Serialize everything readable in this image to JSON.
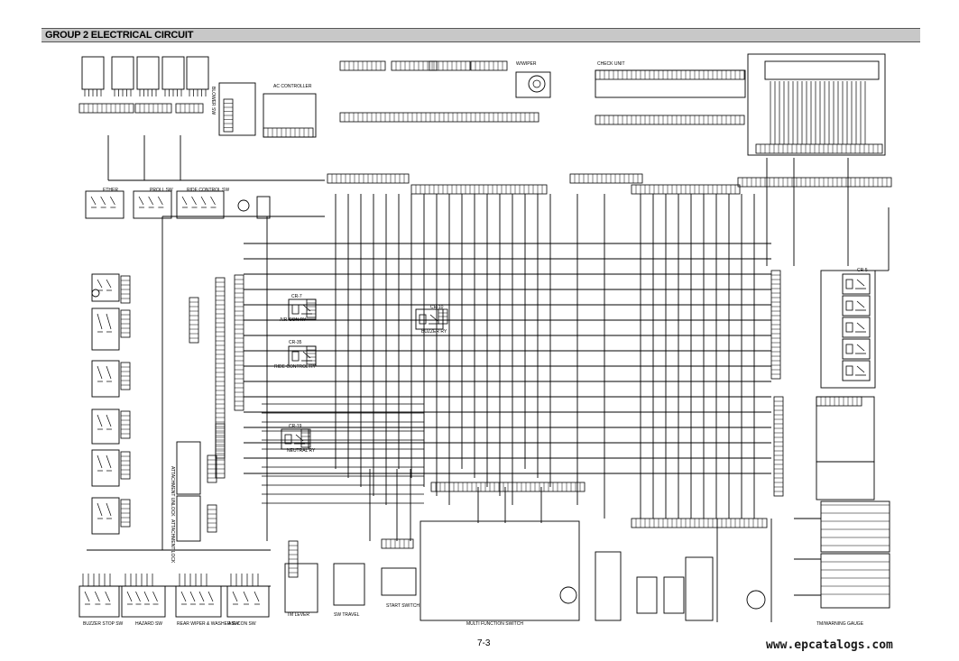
{
  "header": {
    "title": "GROUP 2 ELECTRICAL CIRCUIT"
  },
  "footer": {
    "page_number": "7-3",
    "watermark": "www.epcatalogs.com"
  },
  "labels": {
    "wiper": "W/WIPER",
    "check_unit": "CHECK UNIT",
    "blower_sw": "BLOWER SW",
    "ac_controller": "AC CONTROLLER",
    "proll_sw": "PROLL SW",
    "ride_control_sw": "RIDE CONTROL SW",
    "ether": "ETHER",
    "cr7": "CR-7",
    "aircon_ry": "AIR-CON RY",
    "cr10": "CR-10",
    "buzzer_ry": "BUZZER RY",
    "cr35": "CR-35",
    "ride_control_ry": "RIDE CONTROL RY",
    "cr19": "CR-19",
    "neutral_ry": "NEUTRAL RY",
    "attachment_unlock": "ATTACHMENT UNLOCK",
    "attachment_lock": "ATTACHMENT LOCK",
    "buzzer_stop_sw": "BUZZER STOP SW",
    "hazard_sw": "HAZARD SW",
    "rear_wiper_washer_sw": "REAR WIPER & WASHER SW",
    "aircon_sw": "AIR-CON SW",
    "tm_lever": "TM LEVER",
    "sw_travel": "SW TRAVEL",
    "start_switch": "START SWITCH",
    "multi_function_switch": "MULTI FUNCTION SWITCH",
    "tm_gauge": "TM/WARNING GAUGE",
    "cr5": "CR-5"
  }
}
